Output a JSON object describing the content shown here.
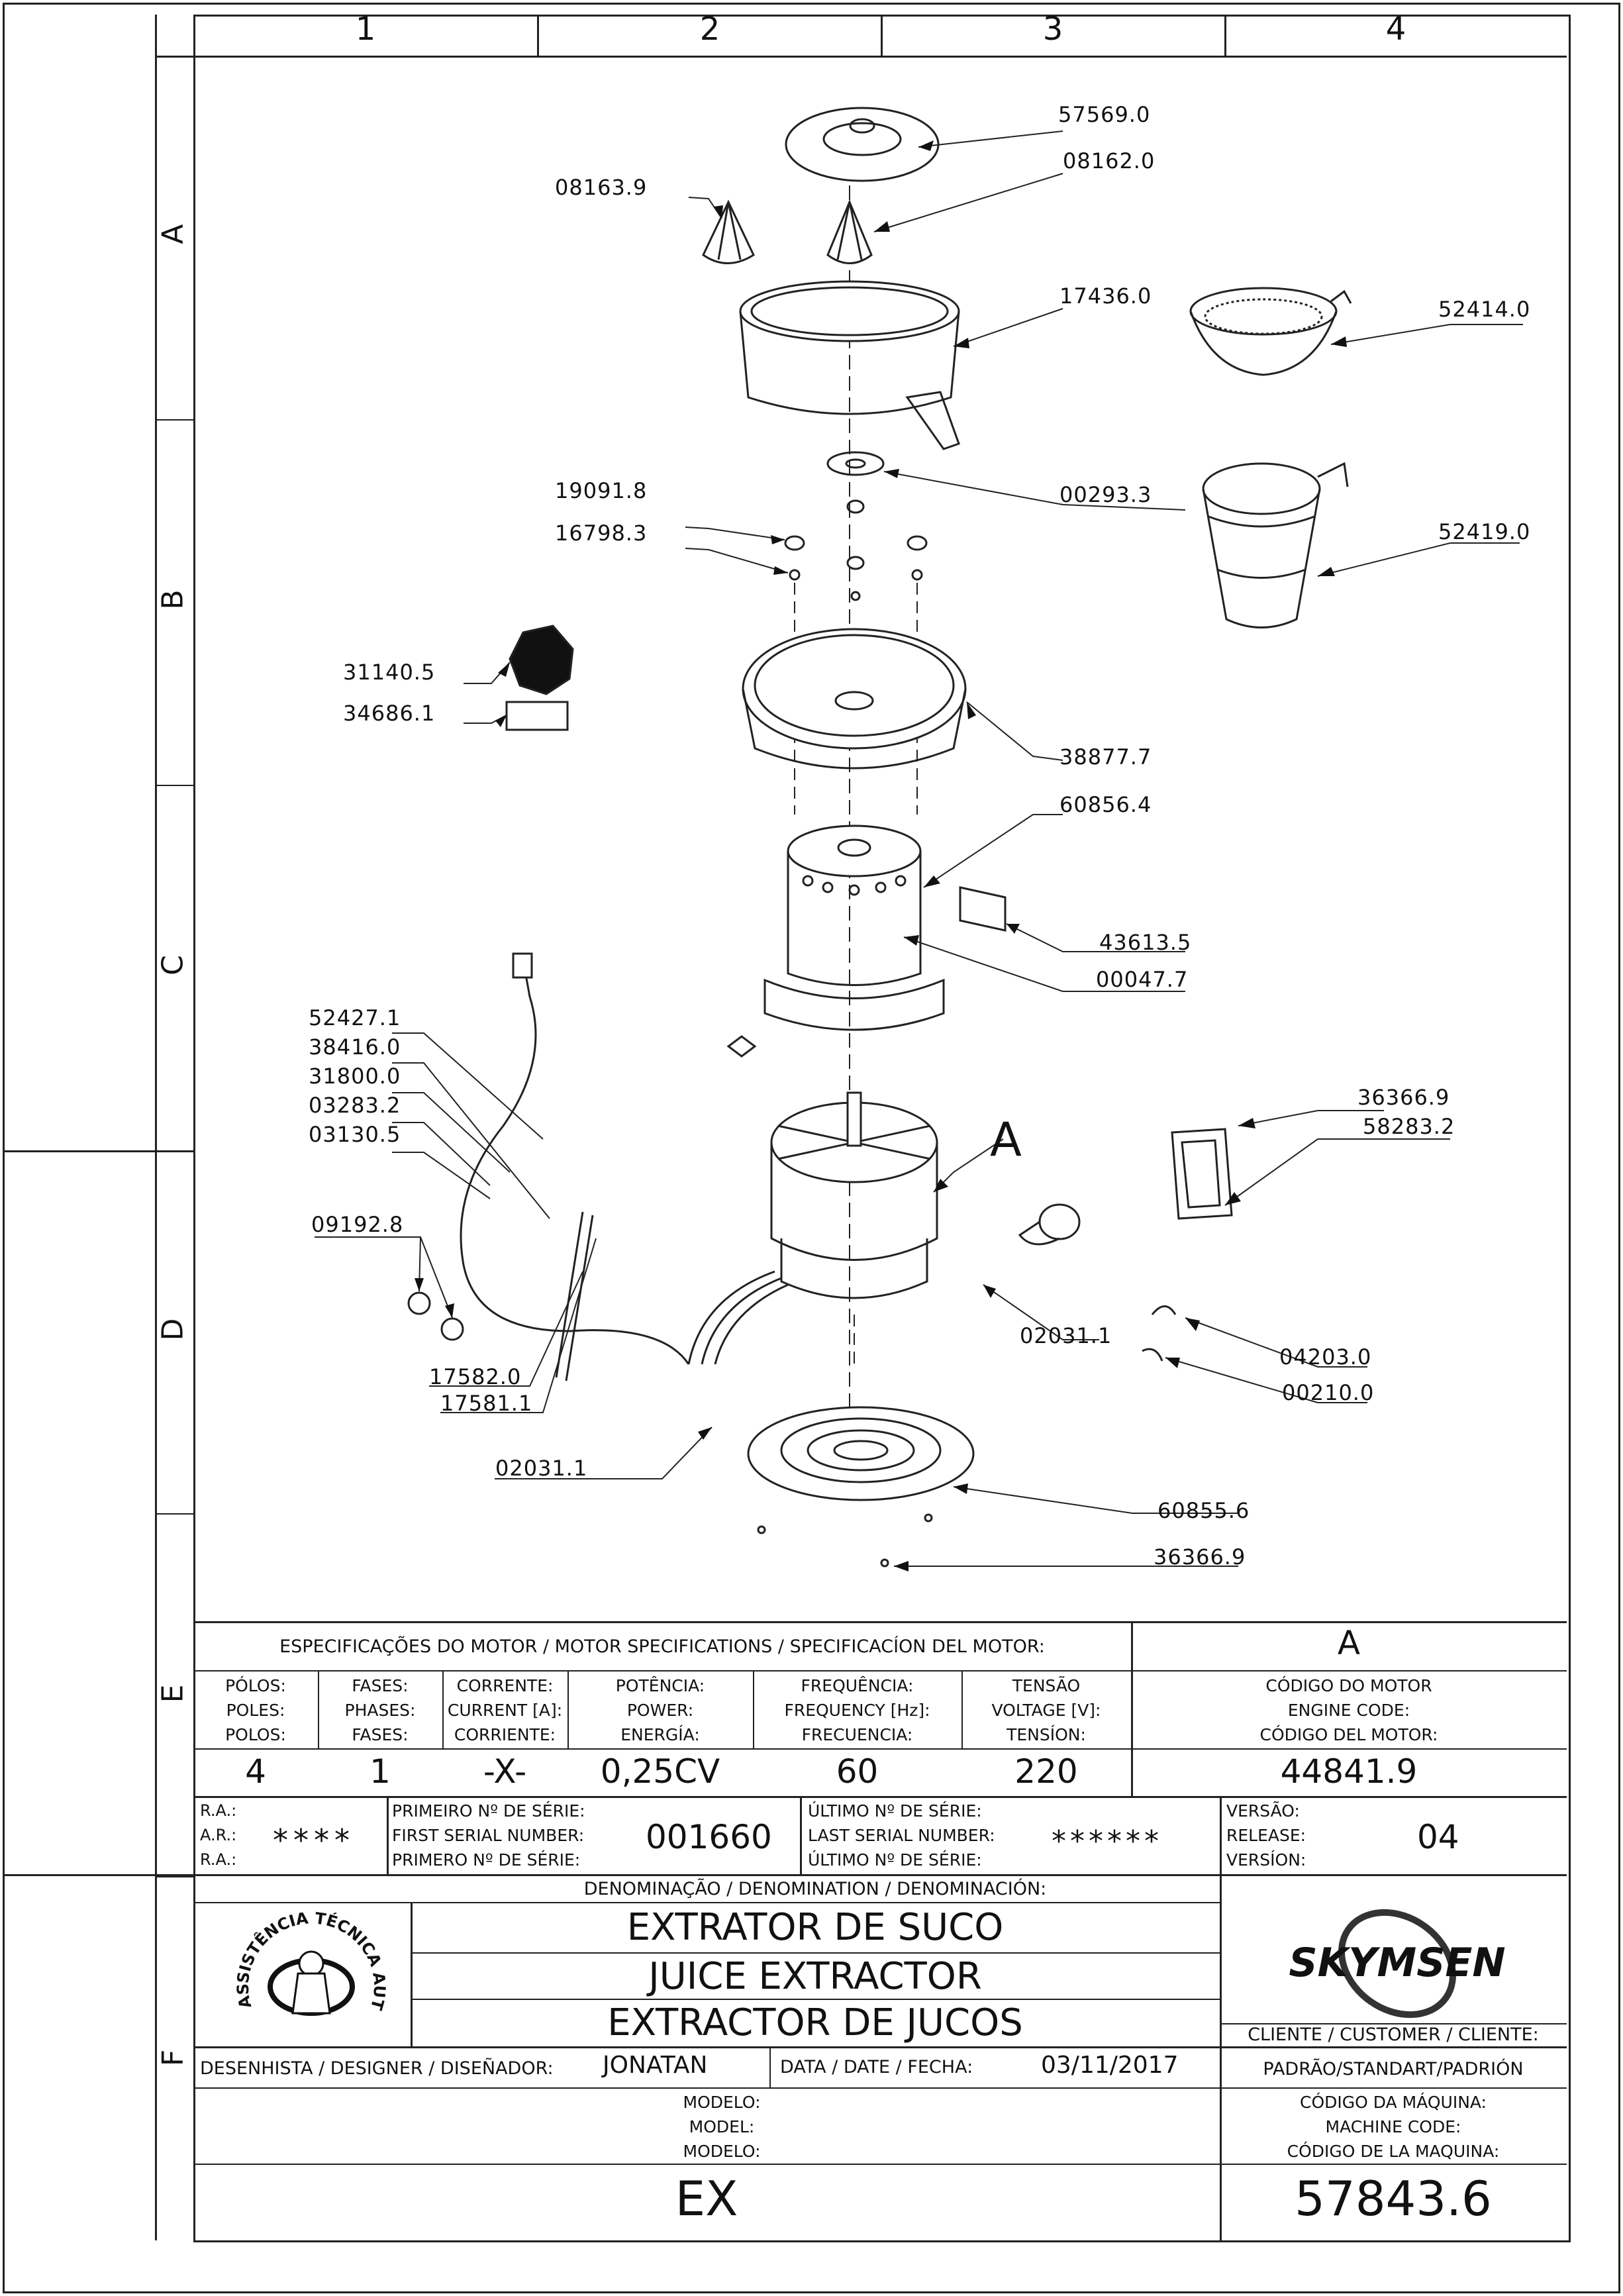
{
  "grid": {
    "columns": [
      "1",
      "2",
      "3",
      "4"
    ],
    "rows": [
      "A",
      "B",
      "C",
      "D",
      "E",
      "F"
    ]
  },
  "parts": [
    {
      "code": "57569.0",
      "icon": "cover-lid-icon"
    },
    {
      "code": "08162.0",
      "icon": "reamer-cone-icon"
    },
    {
      "code": "08163.9",
      "icon": "reamer-cone-small-icon"
    },
    {
      "code": "17436.0",
      "icon": "juice-bowl-icon"
    },
    {
      "code": "52414.0",
      "icon": "strainer-sieve-icon"
    },
    {
      "code": "00293.3",
      "icon": "washer-icon"
    },
    {
      "code": "52419.0",
      "icon": "pitcher-icon"
    },
    {
      "code": "19091.8",
      "icon": "cap-nut-icon"
    },
    {
      "code": "16798.3",
      "icon": "screw-icon"
    },
    {
      "code": "31140.5",
      "icon": "foot-label-icon"
    },
    {
      "code": "34686.1",
      "icon": "warning-label-icon"
    },
    {
      "code": "38877.7",
      "icon": "housing-top-icon"
    },
    {
      "code": "60856.4",
      "icon": "motor-housing-icon"
    },
    {
      "code": "43613.5",
      "icon": "sticker-icon"
    },
    {
      "code": "00047.7",
      "icon": "logo-sticker-icon"
    },
    {
      "code": "52427.1",
      "icon": "power-cord-icon"
    },
    {
      "code": "38416.0",
      "icon": "cable-gland-icon"
    },
    {
      "code": "31800.0",
      "icon": "terminal-icon"
    },
    {
      "code": "03283.2",
      "icon": "connector-icon"
    },
    {
      "code": "03130.5",
      "icon": "terminal-icon"
    },
    {
      "code": "09192.8",
      "icon": "switch-icon"
    },
    {
      "code": "36366.9",
      "icon": "screw-icon"
    },
    {
      "code": "58283.2",
      "icon": "bracket-icon"
    },
    {
      "code": "02031.1",
      "icon": "wire-connector-icon"
    },
    {
      "code": "04203.0",
      "icon": "clip-icon"
    },
    {
      "code": "00210.0",
      "icon": "clip-icon"
    },
    {
      "code": "17582.0",
      "icon": "wire-icon"
    },
    {
      "code": "17581.1",
      "icon": "wire-icon"
    },
    {
      "code": "02031.1",
      "icon": "wire-connector-icon"
    },
    {
      "code": "60855.6",
      "icon": "base-plate-icon"
    },
    {
      "code": "36366.9",
      "icon": "screw-icon"
    }
  ],
  "motor_callout": "A",
  "spec_table": {
    "header": "ESPECIFICAÇÕES DO MOTOR / MOTOR SPECIFICATIONS / SPECIFICACÍON DEL MOTOR:",
    "motor_ref": "A",
    "columns": [
      {
        "label": "PÓLOS:\nPOLES:\nPOLOS:",
        "value": "4"
      },
      {
        "label": "FASES:\nPHASES:\nFASES:",
        "value": "1"
      },
      {
        "label": "CORRENTE:\nCURRENT [A]:\nCORRIENTE:",
        "value": "-X-"
      },
      {
        "label": "POTÊNCIA:\nPOWER:\nENERGÍA:",
        "value": "0,25CV"
      },
      {
        "label": "FREQUÊNCIA:\nFREQUENCY [Hz]:\nFRECUENCIA:",
        "value": "60"
      },
      {
        "label": "TENSÃO\nVOLTAGE [V]:\nTENSÍON:",
        "value": "220"
      },
      {
        "label": "CÓDIGO DO MOTOR\nENGINE CODE:\nCÓDIGO DEL MOTOR:",
        "value": "44841.9"
      }
    ]
  },
  "serial": {
    "ra_label": "R.A.:\nA.R.:\nR.A.:",
    "ra_value": "****",
    "first_label": "PRIMEIRO Nº DE SÉRIE:\nFIRST SERIAL NUMBER:\nPRIMERO Nº DE SÉRIE:",
    "first_value": "001660",
    "last_label": "ÚLTIMO Nº DE SÉRIE:\nLAST SERIAL NUMBER:\nÚLTIMO Nº DE SÉRIE:",
    "last_value": "******",
    "version_label": "VERSÃO:\nRELEASE:\nVERSÍON:",
    "version_value": "04"
  },
  "denomination": {
    "header": "DENOMINAÇÃO / DENOMINATION / DENOMINACIÓN:",
    "names": [
      "EXTRATOR DE SUCO",
      "JUICE EXTRACTOR",
      "EXTRACTOR DE JUCOS"
    ],
    "stamp_text": "ASSISTÊNCIA TÉCNICA AUTORIZADA",
    "brand": "SKYMSEN",
    "customer_label": "CLIENTE / CUSTOMER / CLIENTE:",
    "customer_value": "PADRÃO/STANDART/PADRIÓN"
  },
  "designer": {
    "label": "DESENHISTA / DESIGNER / DISEÑADOR:",
    "name": "JONATAN",
    "date_label": "DATA / DATE / FECHA:",
    "date": "03/11/2017"
  },
  "model": {
    "label": "MODELO:\nMODEL:\nMODELO:",
    "value": "EX",
    "machine_code_label": "CÓDIGO DA MÁQUINA:\nMACHINE CODE:\nCÓDIGO DE LA MAQUINA:",
    "machine_code": "57843.6"
  }
}
